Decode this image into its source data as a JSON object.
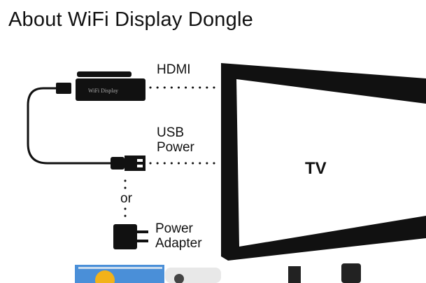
{
  "title": "About WiFi Display Dongle",
  "dongle_label": "WiFi Display",
  "labels": {
    "hdmi": "HDMI",
    "usb_power_line1": "USB",
    "usb_power_line2": "Power",
    "or": "or",
    "power_adapter_line1": "Power",
    "power_adapter_line2": "Adapter",
    "tv": "TV"
  }
}
